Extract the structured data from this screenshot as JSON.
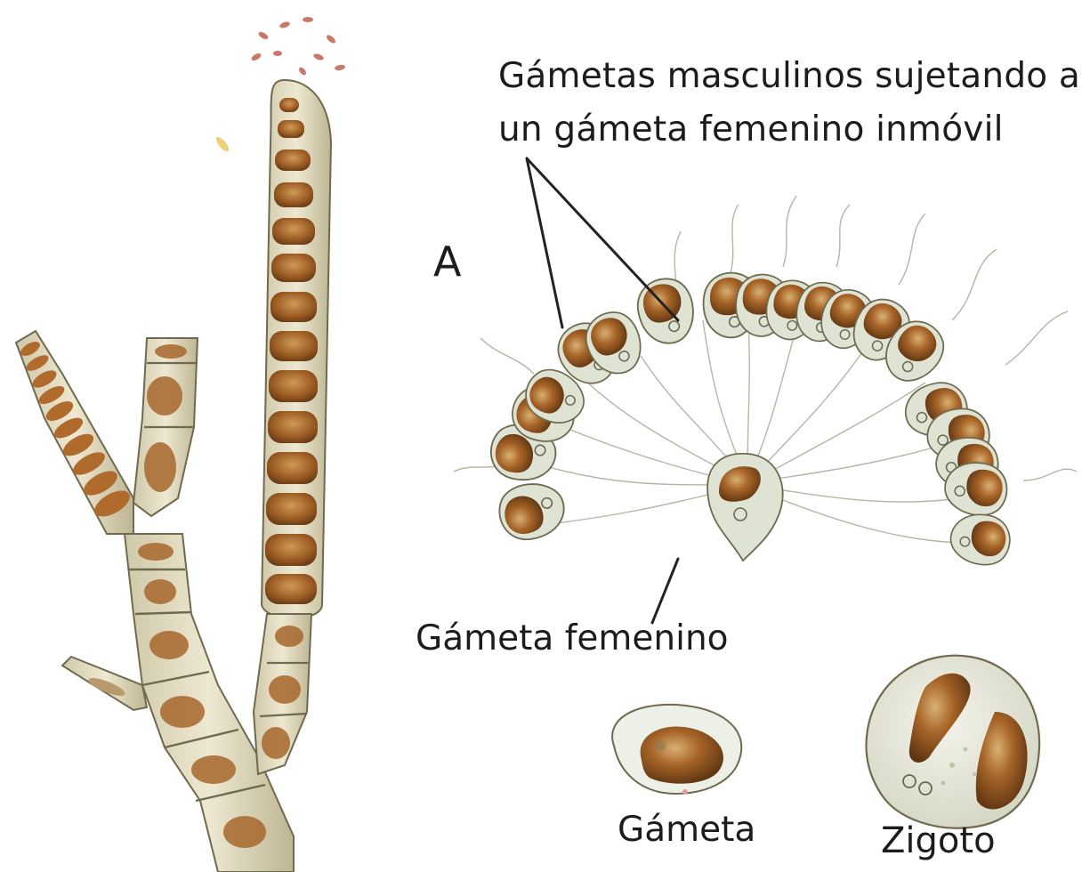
{
  "labels": {
    "top_line1": "Gámetas masculinos sujetando a",
    "top_line2": "un gámeta femenino inmóvil",
    "panel_letter": "A",
    "female": "Gámeta femenino",
    "gamete": "Gámeta",
    "zygote": "Zigoto"
  },
  "colors": {
    "background": "#ffffff",
    "cell_brown": "#9a5a22",
    "cell_wall": "#e3dcc4",
    "cell_outline": "#6f6a4e",
    "flagella": "#b5b5a6",
    "text": "#1c1c1c"
  }
}
